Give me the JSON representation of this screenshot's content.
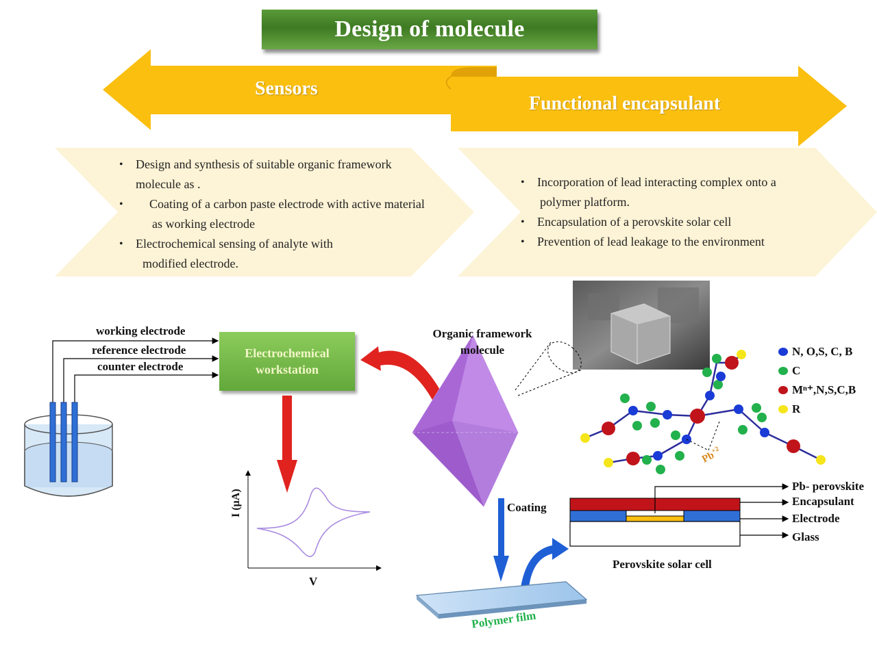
{
  "title": "Design of molecule",
  "sensors": {
    "label": "Sensors",
    "bullets": [
      "Design and synthesis of suitable organic framework",
      "molecule as .",
      "Coating of a carbon paste electrode with active material",
      "as working electrode",
      "Electrochemical sensing of analyte with",
      "modified electrode."
    ]
  },
  "encapsulant": {
    "label": "Functional encapsulant",
    "bullets": [
      "Incorporation of lead interacting complex onto a",
      "polymer platform.",
      "Encapsulation of a perovskite solar cell",
      "Prevention of lead leakage to the environment"
    ]
  },
  "electrodes": {
    "working": "working electrode",
    "reference": "reference electrode",
    "counter": "counter electrode"
  },
  "workstation": {
    "line1": "Electrochemical",
    "line2": "workstation"
  },
  "cv_plot": {
    "ylabel": "I (µA)",
    "xlabel": "V"
  },
  "framework": {
    "line1": "Organic framework",
    "line2": "molecule"
  },
  "coating_label": "Coating",
  "polymer_film_label": "Polymer film",
  "legend": [
    {
      "label": "N, O,S, C, B",
      "color": "#1a3bd6"
    },
    {
      "label": "C",
      "color": "#22b14c"
    },
    {
      "label": "Mⁿ⁺,N,S,C,B",
      "color": "#c0141a"
    },
    {
      "label": "R",
      "color": "#f5e51b"
    }
  ],
  "pb_label": "Pb+2",
  "solar_cell": {
    "title": "Perovskite solar cell",
    "layers": [
      "Pb- perovskite",
      "Encapsulant",
      "Electrode",
      "Glass"
    ]
  },
  "colors": {
    "arrow_yellow": "#fbbf10",
    "title_green": "#3d7a22",
    "panel_cream": "#fdf3d6",
    "octahedron": "#b478dc",
    "red_arrow": "#e0231f",
    "blue_arrow": "#1f5fd6"
  }
}
